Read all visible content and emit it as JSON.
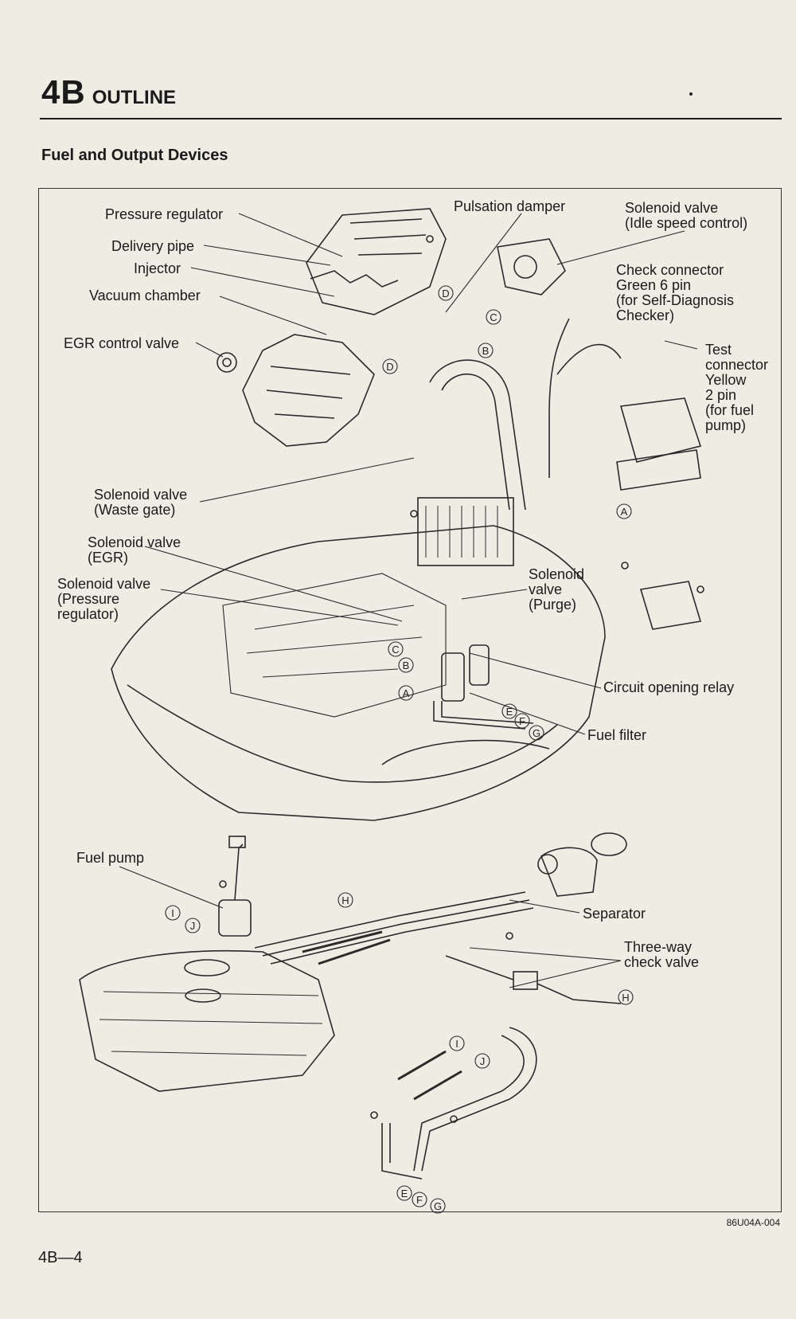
{
  "section": {
    "number": "4B",
    "title": "OUTLINE"
  },
  "subtitle": "Fuel and Output Devices",
  "labels": {
    "pressure_regulator": "Pressure regulator",
    "delivery_pipe": "Delivery pipe",
    "injector": "Injector",
    "vacuum_chamber": "Vacuum chamber",
    "egr_control_valve": "EGR control valve",
    "pulsation_damper": "Pulsation damper",
    "solenoid_idle": "Solenoid valve\n(Idle speed control)",
    "check_connector": "Check connector\nGreen 6 pin\n(for Self-Diagnosis\nChecker)",
    "test_connector": "Test\nconnector\nYellow\n2 pin\n(for fuel\npump)",
    "solenoid_waste_gate": "Solenoid valve\n(Waste gate)",
    "solenoid_egr": "Solenoid valve\n(EGR)",
    "solenoid_pressure": "Solenoid valve\n(Pressure\nregulator)",
    "solenoid_purge": "Solenoid\nvalve\n(Purge)",
    "circuit_opening_relay": "Circuit opening relay",
    "fuel_filter": "Fuel filter",
    "fuel_pump": "Fuel pump",
    "separator": "Separator",
    "three_way_check_valve": "Three-way\ncheck valve"
  },
  "callouts": [
    "A",
    "B",
    "C",
    "D",
    "E",
    "F",
    "G",
    "H",
    "I",
    "J"
  ],
  "figure_code": "86U04A-004",
  "page_number": "4B—4"
}
